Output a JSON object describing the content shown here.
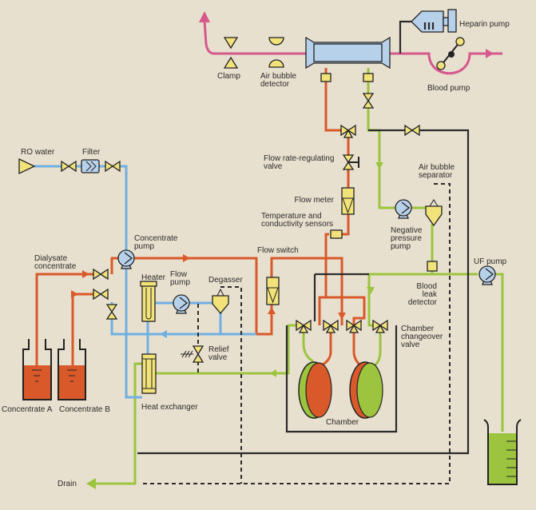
{
  "labels": {
    "heparin_pump": "Heparin pump",
    "blood_pump": "Blood pump",
    "clamp": "Clamp",
    "air_bubble_detector": [
      "Air bubble",
      "detector"
    ],
    "ro_water": "RO water",
    "filter": "Filter",
    "flow_rate_valve": [
      "Flow rate-regulating",
      "valve"
    ],
    "flow_meter": "Flow meter",
    "temp_sensors": [
      "Temperature and",
      "conductivity sensors"
    ],
    "air_bubble_separator": [
      "Air bubble",
      "separator"
    ],
    "negative_pressure_pump": [
      "Negative",
      "pressure",
      "pump"
    ],
    "concentrate_pump": [
      "Concentrate",
      "pump"
    ],
    "dialysate_concentrate": [
      "Dialysate",
      "concentrate"
    ],
    "flow_switch": "Flow switch",
    "heater": "Heater",
    "flow_pump": [
      "Flow",
      "pump"
    ],
    "degasser": "Degasser",
    "relief_valve": [
      "Relief",
      "valve"
    ],
    "blood_leak_detector": [
      "Blood",
      "leak",
      "detector"
    ],
    "uf_pump": "UF pump",
    "chamber_changeover_valve": [
      "Chamber",
      "changeover",
      "valve"
    ],
    "concentrate_a": "Concentrate A",
    "concentrate_b": "Concentrate B",
    "heat_exchanger": "Heat exchanger",
    "chamber": "Chamber",
    "drain": "Drain"
  },
  "colors": {
    "blood_line": "#d6588c",
    "fresh_dialysate": "#d9592a",
    "used_dialysate": "#9cc43e",
    "water": "#6fb0e2",
    "component": "#f2e27a",
    "background": "#e8e0cf"
  }
}
